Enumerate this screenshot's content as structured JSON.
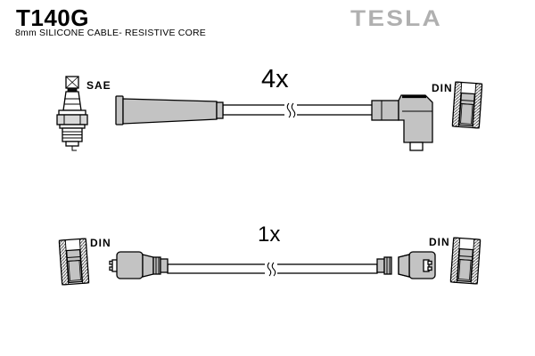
{
  "header": {
    "part_number": "T140G",
    "subtitle": "8mm SILICONE CABLE- RESISTIVE CORE",
    "brand": "TESLA"
  },
  "colors": {
    "boot_fill": "#c3c3c3",
    "logo_gray": "#b0b0b0",
    "outline": "#000000",
    "background": "#ffffff"
  },
  "top_assembly": {
    "quantity_label": "4x",
    "left_terminal_label": "SAE",
    "right_terminal_label": "DIN",
    "icons": [
      "spark-plug-icon",
      "straight-boot-icon",
      "cable-break-icon",
      "right-angle-boot-icon",
      "din-socket-icon"
    ]
  },
  "bottom_assembly": {
    "quantity_label": "1x",
    "left_terminal_label": "DIN",
    "right_terminal_label": "DIN",
    "icons": [
      "din-socket-icon",
      "coil-boot-icon",
      "cable-break-icon",
      "coil-boot-icon",
      "din-socket-icon"
    ]
  }
}
